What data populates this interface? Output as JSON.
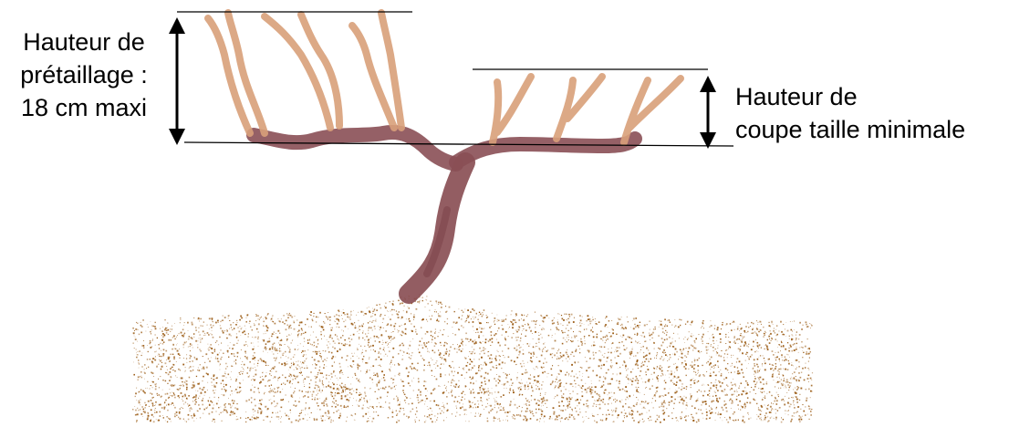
{
  "labels": {
    "pretaillage": {
      "line1": "Hauteur de",
      "line2": "prétaillage :",
      "line3": "18 cm maxi"
    },
    "coupe": {
      "line1": "Hauteur de",
      "line2": "coupe taille minimale"
    }
  },
  "colors": {
    "background": "#ffffff",
    "trunk": "#8a4f55",
    "cordon": "#8a4f55",
    "shoots": "#d9a07a",
    "soil": "#9a5a12",
    "lines": "#000000",
    "text": "#000000"
  },
  "icons": {
    "left_arrow": "double-headed-vertical-arrow-icon",
    "right_arrow": "double-headed-vertical-arrow-icon"
  }
}
